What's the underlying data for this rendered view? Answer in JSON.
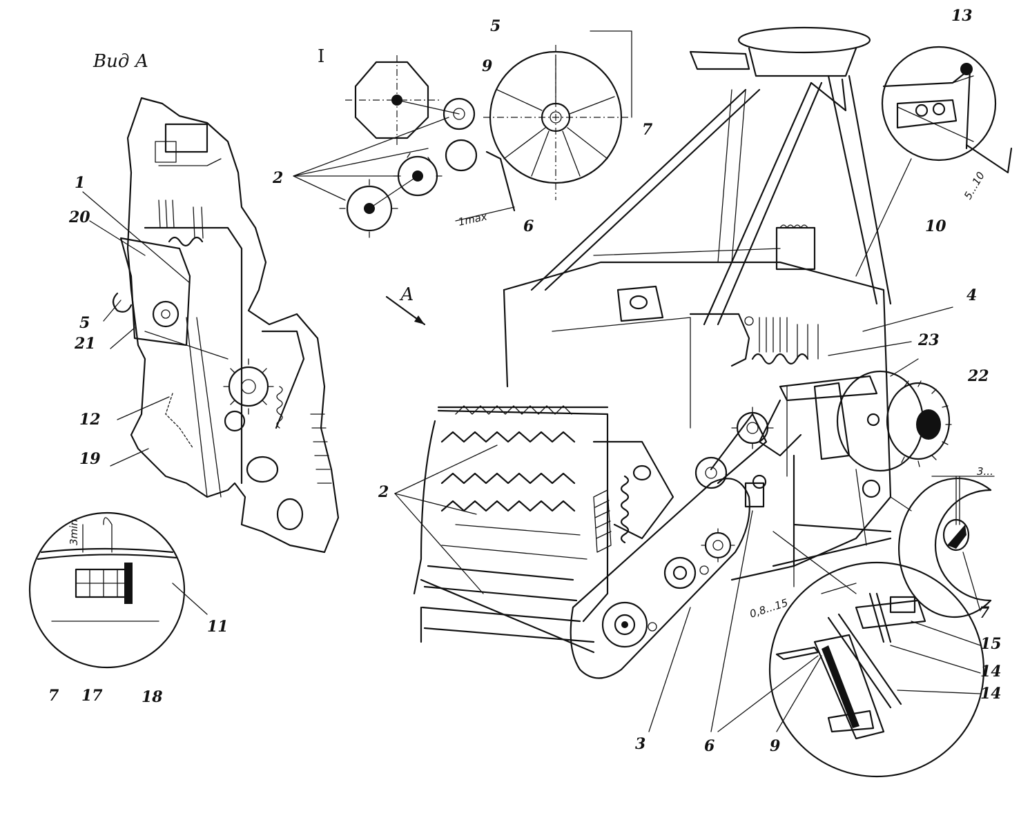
{
  "view_a_title": "Вид А",
  "detail_title": "I",
  "arrow_label": "А",
  "dimensions": {
    "d_3min": "3min",
    "d_1max": "1max",
    "d_5_10": "5...10",
    "d_3": "3...",
    "d_08_15": "0,8...15"
  },
  "labels": {
    "l1": "1",
    "l2": "2",
    "l3": "3",
    "l4": "4",
    "l5": "5",
    "l6": "6",
    "l7": "7",
    "l9": "9",
    "l10": "10",
    "l11": "11",
    "l12": "12",
    "l13": "13",
    "l14": "14",
    "l15": "15",
    "l17": "17",
    "l18": "18",
    "l19": "19",
    "l20": "20",
    "l21": "21",
    "l22": "22",
    "l23": "23"
  }
}
